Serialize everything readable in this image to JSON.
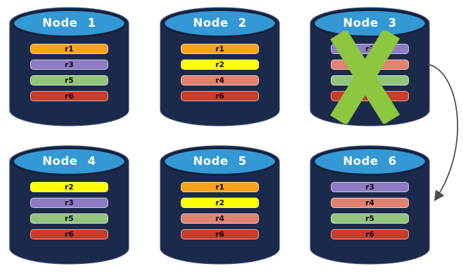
{
  "diagram": {
    "background": "#FFFFFF",
    "nodes": [
      {
        "label": "Node 1",
        "replicas": [
          "r1",
          "r3",
          "r5",
          "r6"
        ],
        "failed": false
      },
      {
        "label": "Node 2",
        "replicas": [
          "r1",
          "r2",
          "r4",
          "r6"
        ],
        "failed": false
      },
      {
        "label": "Node 3",
        "replicas": [
          "r3",
          "r4",
          "r5",
          "r6"
        ],
        "failed": true
      },
      {
        "label": "Node 4",
        "replicas": [
          "r2",
          "r3",
          "r5",
          "r6"
        ],
        "failed": false
      },
      {
        "label": "Node 5",
        "replicas": [
          "r1",
          "r2",
          "r4",
          "r6"
        ],
        "failed": false
      },
      {
        "label": "Node 6",
        "replicas": [
          "r3",
          "r4",
          "r5",
          "r6"
        ],
        "failed": false
      }
    ],
    "replica_colors": {
      "r1": "#F9A21B",
      "r2": "#FFFF00",
      "r3": "#8E7CC3",
      "r4": "#E08270",
      "r5": "#93C47D",
      "r6": "#C63D2B"
    },
    "colors": {
      "cylinder_body": "#1B2A4B",
      "cylinder_body_outline": "#4E5C80",
      "cylinder_top": "#3498D5",
      "cylinder_top_border": "#13203B",
      "failure_x": "#8DC63F",
      "arrow": "#4D4D4D"
    },
    "arrow": {
      "from": "Node 3",
      "to": "Node 6"
    }
  }
}
